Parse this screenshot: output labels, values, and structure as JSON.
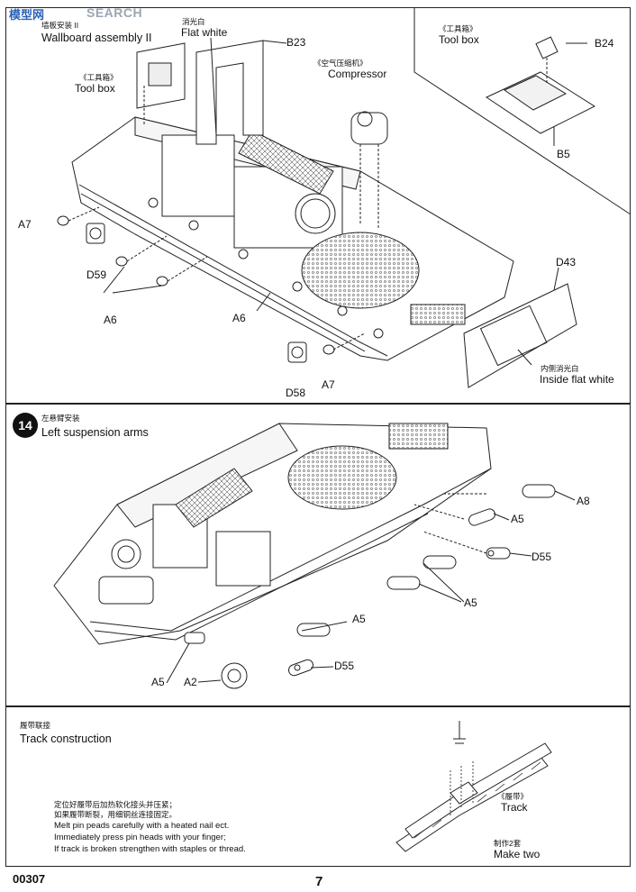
{
  "watermark": {
    "logo_cn": "模型网",
    "logo_en": "SEARCH"
  },
  "step13": {
    "title_cn": "墙板安装 II",
    "title_en": "Wallboard assembly II",
    "labels": {
      "flat_white_cn": "消光白",
      "flat_white_en": "Flat white",
      "b23": "B23",
      "tool_box_cn": "《工具箱》",
      "tool_box_en": "Tool box",
      "compressor_cn": "《空气压缩机》",
      "compressor_en": "Compressor",
      "a7_left": "A7",
      "d59": "D59",
      "a6_a": "A6",
      "a6_b": "A6",
      "d58": "D58",
      "a7_bottom": "A7",
      "d43": "D43",
      "inside_flat_white_cn": "内侧消光白",
      "inside_flat_white_en": "Inside flat white"
    },
    "inset": {
      "tool_box_cn": "《工具箱》",
      "tool_box_en": "Tool box",
      "b24": "B24",
      "b5": "B5"
    }
  },
  "step14": {
    "number": "14",
    "title_cn": "左悬臂安装",
    "title_en": "Left suspension arms",
    "labels": {
      "a8": "A8",
      "a5_a": "A5",
      "d55_a": "D55",
      "a5_b": "A5",
      "a5_c": "A5",
      "d55_b": "D55",
      "a5_d": "A5",
      "a2": "A2"
    }
  },
  "track": {
    "title_cn": "履带联接",
    "title_en": "Track construction",
    "notes_cn": [
      "定位好履带后加热软化接头并压紧；",
      "如果履带断裂，用细铜丝连接固定。"
    ],
    "notes_en": [
      "Melt pin peads carefully with a heated nail ect.",
      "Immediately press pin heads with your finger;",
      "If track is broken strengthen with staples or thread."
    ],
    "track_cn": "《履带》",
    "track_en": "Track",
    "make_cn": "制作2套",
    "make_en": "Make two"
  },
  "footer": {
    "code": "00307",
    "page": "7"
  }
}
